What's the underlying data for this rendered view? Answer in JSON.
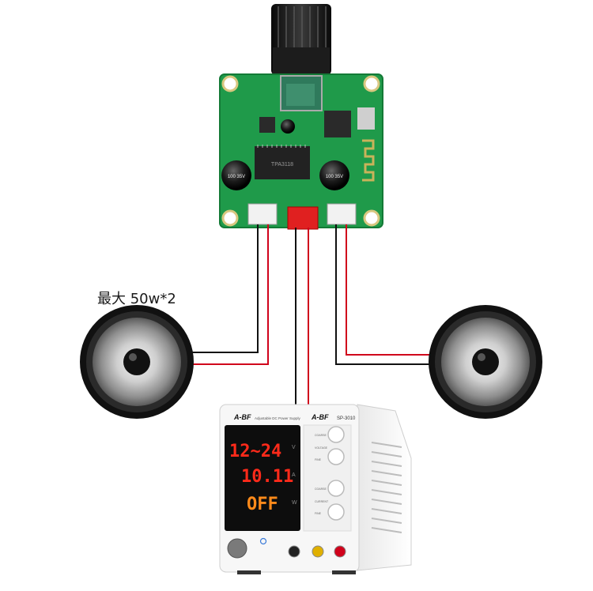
{
  "caption": "最大 50w*2",
  "psu": {
    "brand": "A-BF",
    "model": "SP-3010",
    "subtitle": "Adjustable DC Power Supply",
    "display_voltage": "12~24",
    "display_current": "10.11",
    "display_power": "OFF",
    "unit_voltage": "V",
    "unit_current": "A",
    "unit_power": "W",
    "knob_labels": [
      "COARSE",
      "VOLTAGE",
      "FINE",
      "COARSE",
      "CURRENT",
      "FINE"
    ]
  },
  "board": {
    "chip_label": "TPA3118",
    "cap_left": "100 35V",
    "cap_right": "100 35V"
  },
  "colors": {
    "board_green": "#1f9a4a",
    "wire_red": "#d0021b",
    "wire_black": "#111111",
    "display_red": "#ff2a1a",
    "display_orange": "#ff8a1a"
  }
}
